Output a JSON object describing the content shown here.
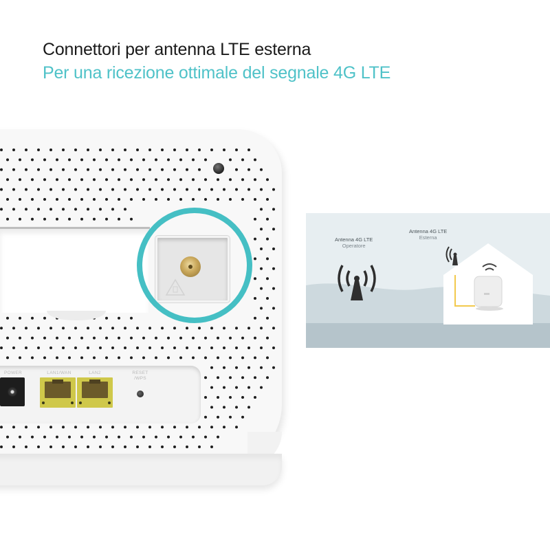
{
  "header": {
    "title": "Connettori per antenna LTE esterna",
    "subtitle": "Per una ricezione ottimale del segnale 4G LTE"
  },
  "colors": {
    "title": "#1a1a1a",
    "subtitle": "#4fc2c8",
    "highlight_ring": "#45bfc4",
    "ethernet_port": "#cfc84a",
    "scene_background": "#e7eef1",
    "cable": "#f2c94c"
  },
  "scene": {
    "operator_antenna": {
      "title": "Antenna 4G LTE",
      "subtitle": "Operatore",
      "icon": "cell-tower-icon"
    },
    "external_antenna": {
      "title": "Antenna 4G LTE",
      "subtitle": "Esterna",
      "icon": "external-antenna-icon"
    },
    "house_icon": "house-icon",
    "router_icon": "router-icon",
    "wifi_icon": "wifi-icon"
  },
  "router": {
    "highlighted_part": "SMA antenna connector",
    "ports": [
      {
        "label": "POWER",
        "type": "power-jack"
      },
      {
        "label": "LAN1/WAN",
        "type": "ethernet"
      },
      {
        "label": "LAN2",
        "type": "ethernet"
      },
      {
        "label": "RESET\n/WPS",
        "type": "reset-button"
      }
    ]
  }
}
